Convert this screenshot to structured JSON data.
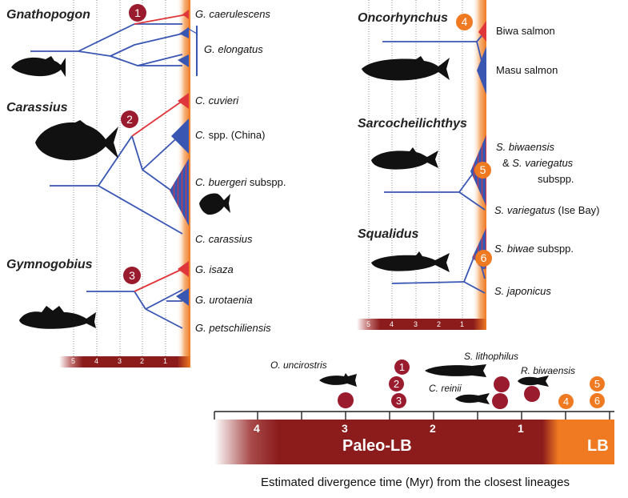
{
  "colors": {
    "blue": "#3a56b3",
    "red": "#e0353a",
    "dark_red": "#9b1b2e",
    "orange": "#ef7a22",
    "panel": "#dde3ea"
  },
  "left_panel": {
    "genera": {
      "gnathopogon": "Gnathopogon",
      "carassius": "Carassius",
      "gymnogobius": "Gymnogobius"
    },
    "taxa": {
      "g_caerulescens": "G. caerulescens",
      "g_elongatus": "G. elongatus",
      "c_cuvieri": "C. cuvieri",
      "c_spp": "C. spp. (China)",
      "c_buergeri": "C. buergeri subspp.",
      "c_carassius": "C. carassius",
      "g_isaza": "G. isaza",
      "g_urotaenia": "G. urotaenia",
      "g_petschiliensis": "G. petschiliensis"
    },
    "badges": [
      "1",
      "2",
      "3"
    ],
    "axis_ticks": [
      "5",
      "4",
      "3",
      "2",
      "1"
    ]
  },
  "right_panel": {
    "genera": {
      "oncorhynchus": "Oncorhynchus",
      "sarcocheilichthys": "Sarcocheilichthys",
      "squalidus": "Squalidus"
    },
    "taxa": {
      "biwa_salmon": "Biwa salmon",
      "masu_salmon": "Masu salmon",
      "s_biwaensis": "S. biwaensis",
      "s_variegatus": "& S. variegatus",
      "subspp": "subspp.",
      "s_variegatus_ise": "S. variegatus (Ise Bay)",
      "s_biwae": "S. biwae subspp.",
      "s_japonicus": "S. japonicus"
    },
    "badges": [
      "4",
      "5",
      "6"
    ],
    "axis_ticks": [
      "5",
      "4",
      "3",
      "2",
      "1"
    ]
  },
  "timeline": {
    "fossils": {
      "o_uncirostris": "O. uncirostris",
      "s_lithophilus": "S. lithophilus",
      "r_biwaensis": "R. biwaensis",
      "c_reinii": "C. reinii"
    },
    "badges": [
      "1",
      "2",
      "3",
      "4",
      "5",
      "6"
    ],
    "axis_numbers": [
      "4",
      "3",
      "2",
      "1"
    ],
    "paleo_label": "Paleo-LB",
    "lb_label": "LB",
    "caption": "Estimated divergence time (Myr) from the closest lineages"
  }
}
